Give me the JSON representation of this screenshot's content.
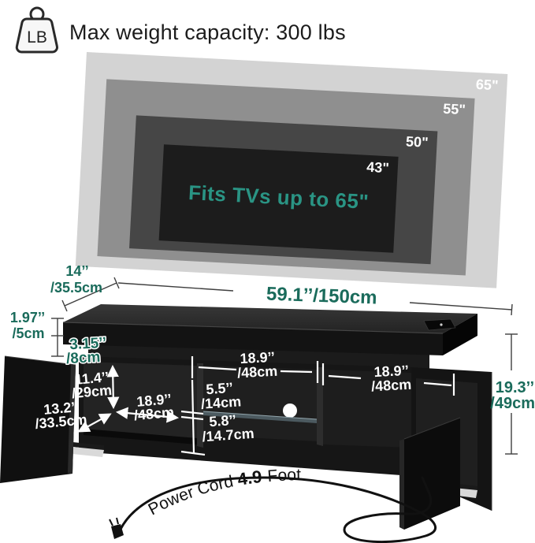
{
  "header": {
    "icon_label": "LB",
    "text": "Max weight capacity: 300 lbs"
  },
  "tv_sizes": {
    "labels": [
      "65\"",
      "55\"",
      "50\"",
      "43\""
    ],
    "caption": "Fits TVs up to 65\"",
    "colors": {
      "tv65": "#d3d3d3",
      "tv55": "#8f8f8f",
      "tv50": "#464646",
      "tv43": "#1c1c1c",
      "caption": "#2a9484"
    }
  },
  "dimensions": {
    "depth": {
      "in": "14’’",
      "cm": "/35.5cm"
    },
    "width": "59.1’’/150cm",
    "top_thickness": {
      "in": "1.97’’",
      "cm": "/5cm"
    },
    "riser_height": {
      "in": "3.15’’",
      "cm": "/8cm"
    },
    "total_height": {
      "in": "19.3’’",
      "cm": "/49cm"
    },
    "inner_height": {
      "in": "11.4’’",
      "cm": "/29cm"
    },
    "inner_depth": {
      "in": "13.2’’",
      "cm": "/33.5cm"
    },
    "left_compartment": {
      "in": "18.9’’",
      "cm": "/48cm"
    },
    "middle_compartment": {
      "in": "18.9’’",
      "cm": "/48cm"
    },
    "right_compartment": {
      "in": "18.9’’",
      "cm": "/48cm"
    },
    "shelf_upper": {
      "in": "5.5’’",
      "cm": "/14cm"
    },
    "shelf_lower": {
      "in": "5.8’’",
      "cm": "/14.7cm"
    }
  },
  "power_cord": {
    "prefix": "Power Cord ",
    "bold": "4.9",
    "suffix": "-Foot"
  },
  "colors": {
    "dim_teal": "#1a6b5b",
    "dim_white": "#ffffff",
    "line_dark": "#3f3f3f",
    "cord": "#111111"
  }
}
